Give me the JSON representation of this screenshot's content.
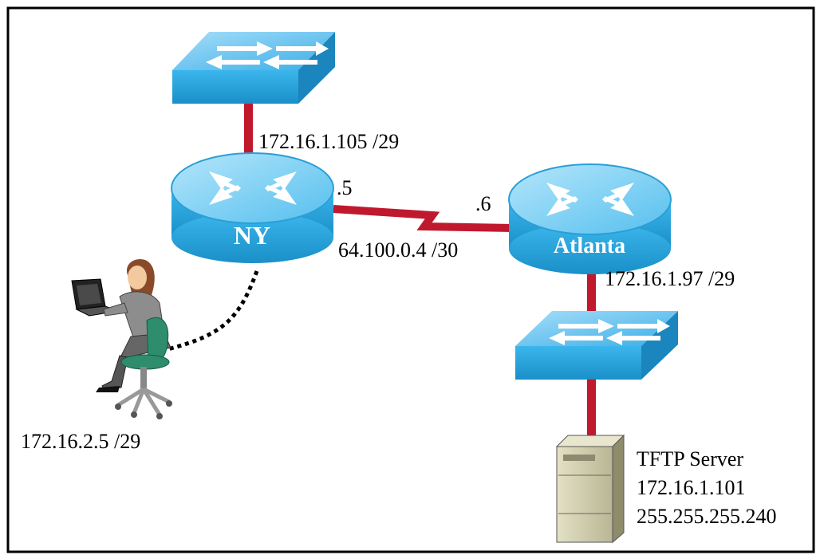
{
  "diagram": {
    "routers": {
      "ny": {
        "name": "NY"
      },
      "atlanta": {
        "name": "Atlanta"
      }
    },
    "labels": {
      "ny_lan": "172.16.1.105 /29",
      "ny_serial": ".5",
      "atlanta_serial": ".6",
      "wan_network": "64.100.0.4 /30",
      "atlanta_lan": "172.16.1.97 /29",
      "pc": "172.16.2.5 /29",
      "server_title": "TFTP Server",
      "server_ip": "172.16.1.101",
      "server_mask": "255.255.255.240"
    },
    "colors": {
      "device_fill": "#29abe2",
      "device_top": "#8fd3f4",
      "link": "#c0182d",
      "console": "#000000",
      "server": "#cfcca8"
    }
  }
}
